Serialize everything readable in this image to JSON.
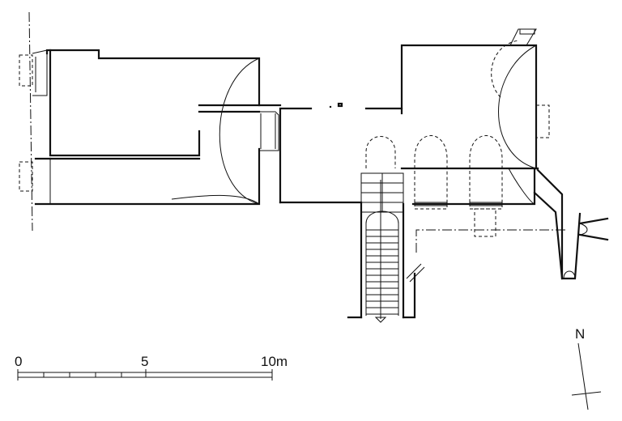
{
  "scale_bar": {
    "label_start": "0",
    "label_mid": "5",
    "label_end": "10m"
  },
  "north_arrow": {
    "label": "N"
  }
}
